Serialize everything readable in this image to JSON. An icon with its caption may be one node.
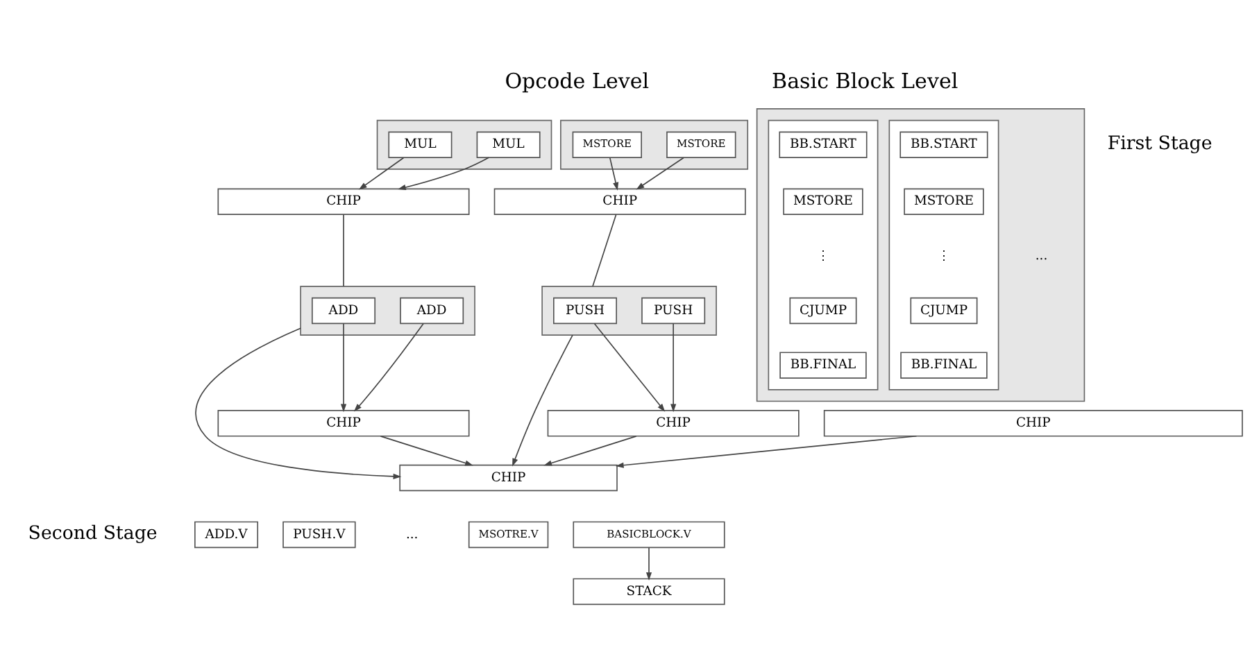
{
  "diagram": {
    "nodes": [
      {
        "text": [],
        "shape": "box"
      },
      {
        "text": [
          "MUL"
        ],
        "in": 0
      },
      {
        "text": [
          "MUL"
        ],
        "in": 0
      },
      {
        "text": [],
        "shape": "box"
      },
      {
        "text": [
          "MSTORE"
        ],
        "in": 3
      },
      {
        "text": [
          "MSTORE"
        ],
        "in": 3
      },
      {
        "text": [],
        "shape": "box"
      },
      {
        "text": [],
        "shape": "box",
        "in": 6
      },
      {
        "text": [
          "BB.START"
        ],
        "in": 7
      },
      {
        "text": [
          "MSTORE"
        ],
        "in": 7
      },
      {
        "text": [
          "CJUMP"
        ],
        "in": 7
      },
      {
        "text": [
          "BB.FINAL"
        ],
        "in": 7
      },
      {
        "text": [],
        "shape": "box",
        "in": 6
      },
      {
        "text": [
          "BB.START"
        ],
        "in": 12
      },
      {
        "text": [
          "MSTORE"
        ],
        "in": 12
      },
      {
        "text": [
          "CJUMP"
        ],
        "in": 12
      },
      {
        "text": [
          "BB.FINAL"
        ],
        "in": 12
      },
      {
        "text": [
          "CHIP"
        ]
      },
      {
        "text": [
          "CHIP"
        ]
      },
      {
        "text": [],
        "shape": "box"
      },
      {
        "text": [
          "ADD"
        ],
        "in": 19
      },
      {
        "text": [
          "ADD"
        ],
        "in": 19
      },
      {
        "text": [],
        "shape": "box"
      },
      {
        "text": [
          "PUSH"
        ],
        "in": 22
      },
      {
        "text": [
          "PUSH"
        ],
        "in": 22
      },
      {
        "text": [
          "CHIP"
        ]
      },
      {
        "text": [
          "CHIP"
        ]
      },
      {
        "text": [
          "CHIP"
        ]
      },
      {
        "text": [
          "CHIP"
        ]
      },
      {
        "text": [
          "ADD.V"
        ]
      },
      {
        "text": [
          "PUSH.V"
        ]
      },
      {
        "text": [
          "MSOTRE.V"
        ]
      },
      {
        "text": [
          "BASICBLOCK.V"
        ]
      },
      {
        "text": [
          "STACK"
        ]
      }
    ],
    "edges": [
      {
        "from": 1,
        "to": 17,
        "arrow": "to"
      },
      {
        "from": 2,
        "to": 17,
        "arrow": "to"
      },
      {
        "from": 4,
        "to": 18,
        "arrow": "to"
      },
      {
        "from": 5,
        "to": 18,
        "arrow": "to"
      },
      {
        "from": 17,
        "to": 19,
        "arrow": "none"
      },
      {
        "from": 18,
        "to": 22,
        "arrow": "none"
      },
      {
        "from": 20,
        "to": 25,
        "arrow": "to"
      },
      {
        "from": 21,
        "to": 25,
        "arrow": "to"
      },
      {
        "from": 23,
        "to": 26,
        "arrow": "to"
      },
      {
        "from": 24,
        "to": 26,
        "arrow": "to"
      },
      {
        "from": 25,
        "to": 28,
        "arrow": "to"
      },
      {
        "from": 19,
        "to": 28,
        "arrow": "to"
      },
      {
        "from": 22,
        "to": 28,
        "arrow": "to"
      },
      {
        "from": 26,
        "to": 28,
        "arrow": "to"
      },
      {
        "from": 27,
        "to": 28,
        "arrow": "to"
      },
      {
        "from": 32,
        "to": 33,
        "arrow": "to"
      }
    ],
    "labels": [
      "Opcode Level",
      "Basic Block Level",
      "First Stage",
      "Second Stage",
      "⋮",
      "⋮",
      "...",
      "..."
    ]
  }
}
